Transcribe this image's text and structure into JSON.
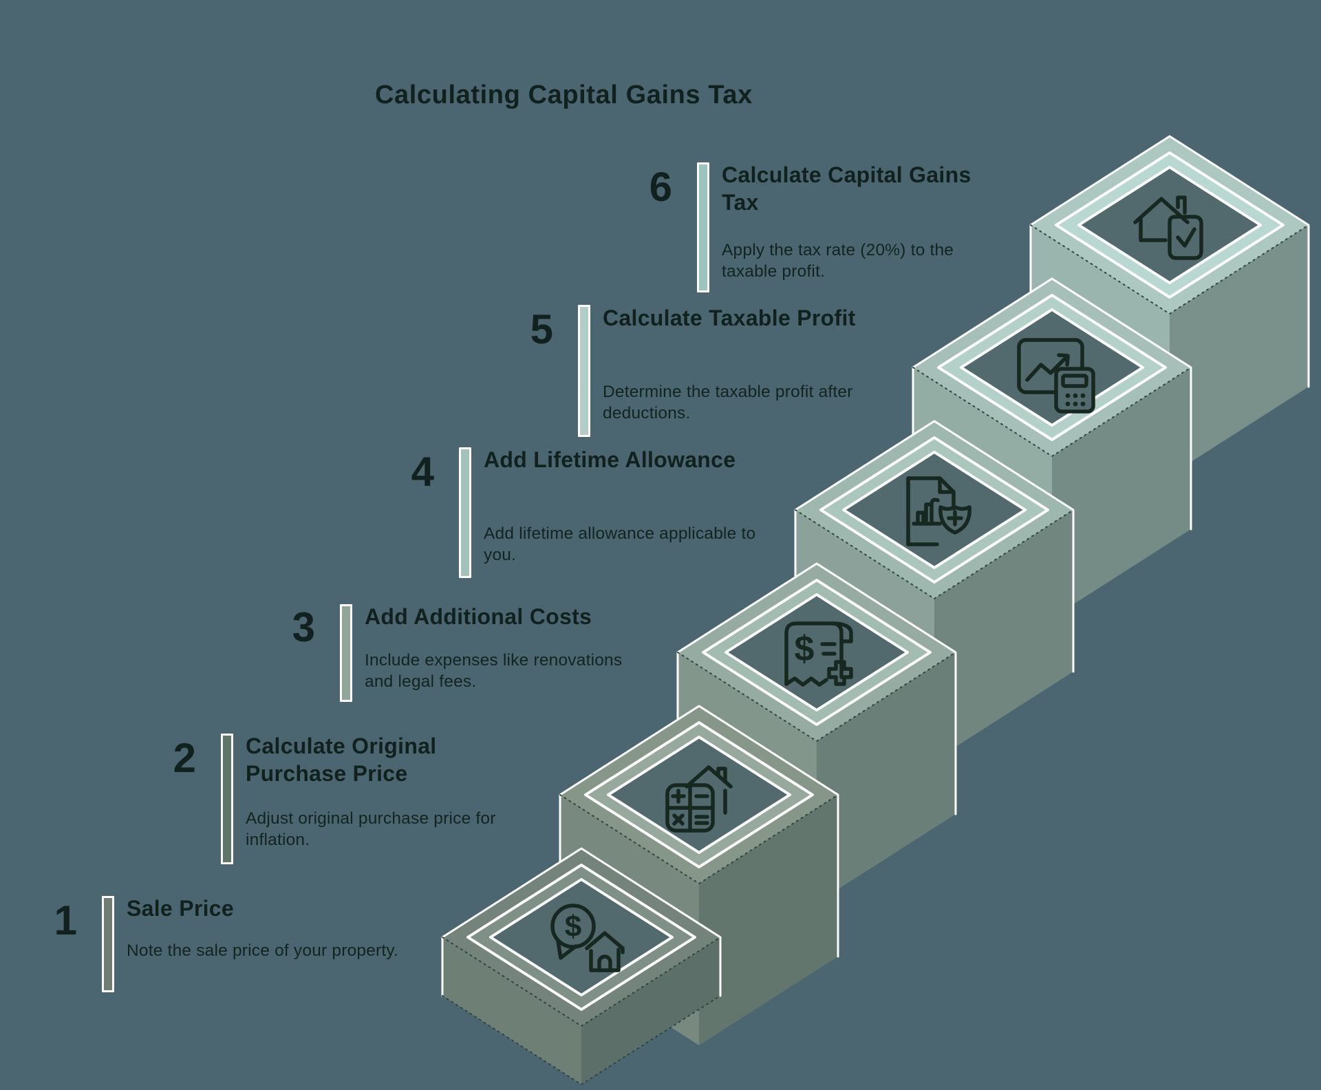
{
  "page_title": "Calculating Capital Gains Tax",
  "palette": {
    "background": "#4b6670",
    "text_dark": "#10211e",
    "icon_stroke": "#16281f",
    "edge_white": "#ffffff",
    "diamond_inner_face": "#526a6e"
  },
  "steps": [
    {
      "number": "1",
      "title": "Sale Price",
      "description": "Note the sale price of your property.",
      "icon": "money-chat-bubble-house-icon",
      "accent_bar": "#6f7e73",
      "diamond_band": "#7f9087",
      "platform_face": "#74847b"
    },
    {
      "number": "2",
      "title": "Calculate Original Purchase Price",
      "description": "Adjust original purchase price for inflation.",
      "icon": "calculator-house-icon",
      "accent_bar": "#5f7567",
      "diamond_band": "#97a89c",
      "platform_face": "#869689"
    },
    {
      "number": "3",
      "title": "Add Additional Costs",
      "description": "Include expenses like renovations and legal fees.",
      "icon": "receipt-plus-icon",
      "accent_bar": "#8fa698",
      "diamond_band": "#a3bcb2",
      "platform_face": "#96aca2"
    },
    {
      "number": "4",
      "title": "Add Lifetime Allowance",
      "description": "Add lifetime allowance applicable to you.",
      "icon": "document-shield-plus-icon",
      "accent_bar": "#a4c2b9",
      "diamond_band": "#abc6bd",
      "platform_face": "#9fb8af"
    },
    {
      "number": "5",
      "title": "Calculate Taxable Profit",
      "description": "Determine the taxable profit after deductions.",
      "icon": "growth-chart-calculator-icon",
      "accent_bar": "#b2cdc6",
      "diamond_band": "#b3d0c9",
      "platform_face": "#a6c0b9"
    },
    {
      "number": "6",
      "title": "Calculate Capital Gains Tax",
      "description": "Apply the tax rate (20%) to the taxable profit.",
      "icon": "house-check-document-icon",
      "accent_bar": "#9dc4bb",
      "diamond_band": "#bad8d2",
      "platform_face": "#adc8c1"
    }
  ]
}
